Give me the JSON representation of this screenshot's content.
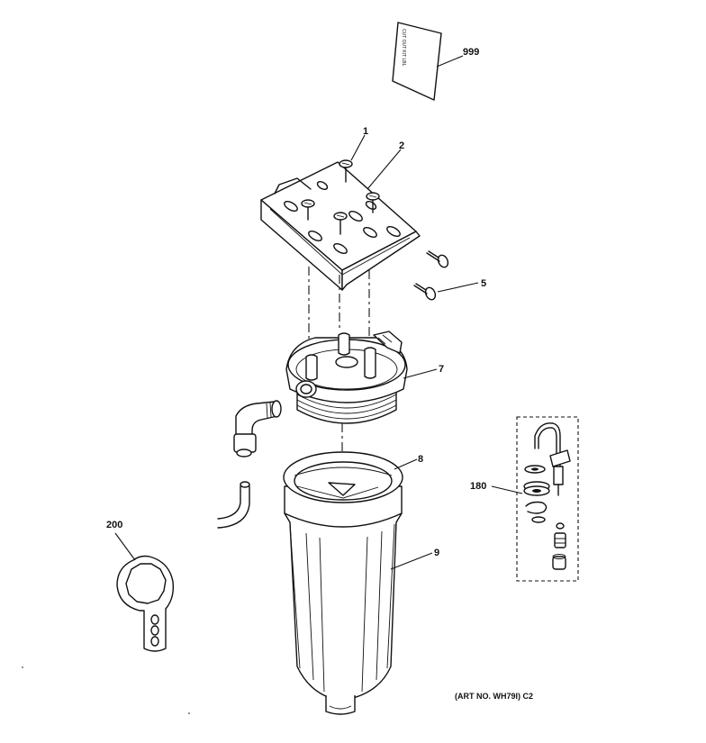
{
  "diagram": {
    "callouts": {
      "c999": "999",
      "c1": "1",
      "c2": "2",
      "c5": "5",
      "c7": "7",
      "c8": "8",
      "c9": "9",
      "c180": "180",
      "c200": "200"
    },
    "card_text": "CUT OUT KIT LBL",
    "art_number": "(ART NO. WH79I) C2",
    "parts": [
      "instruction-card",
      "screw",
      "mounting-bracket",
      "bracket-screw",
      "filter-head",
      "o-ring",
      "filter-housing",
      "faucet-kit",
      "housing-wrench",
      "elbow-fitting",
      "tubing"
    ]
  }
}
